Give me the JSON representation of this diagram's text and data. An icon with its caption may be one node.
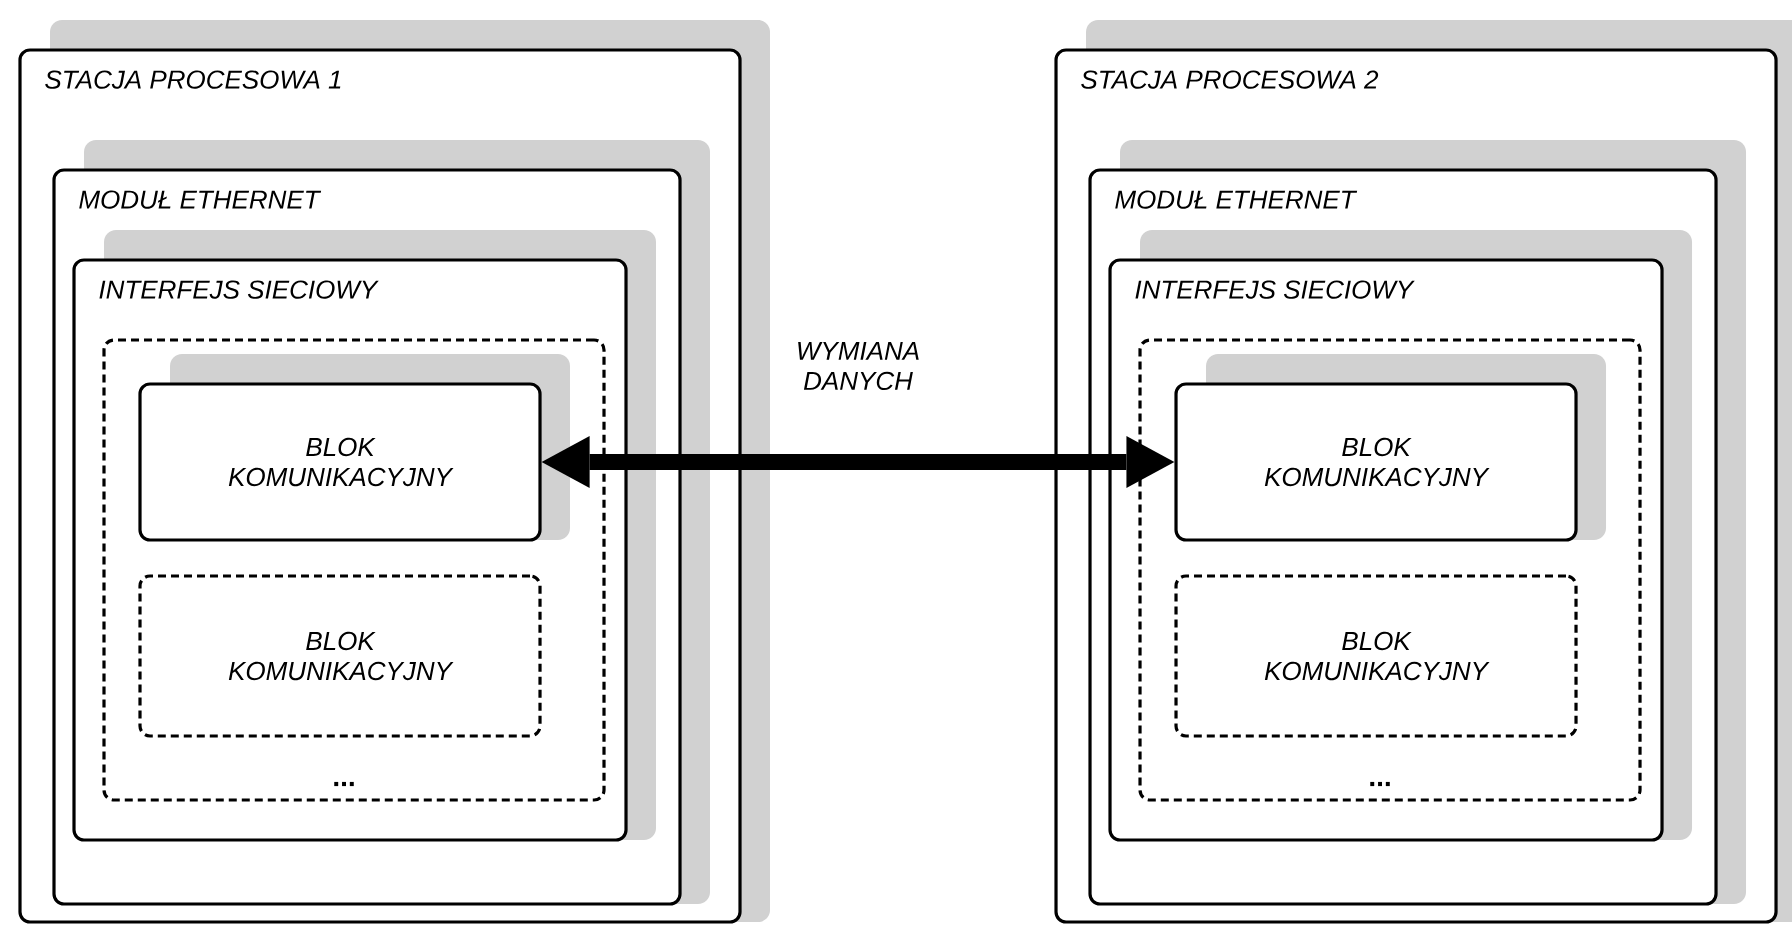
{
  "diagram": {
    "nodes": [
      {
        "text": [
          "STACJA PROCESOWA 1"
        ]
      },
      {
        "text": [
          "MODUŁ ETHERNET"
        ],
        "in": 0
      },
      {
        "text": [
          "INTERFEJS SIECIOWY"
        ],
        "in": 1
      },
      {
        "text": [],
        "shape": "box",
        "in": 2
      },
      {
        "text": [
          "BLOK KOMUNIKACYJNY"
        ],
        "in": 3
      },
      {
        "text": [
          "BLOK KOMUNIKACYJNY"
        ],
        "in": 3
      },
      {
        "text": [
          "STACJA PROCESOWA 2"
        ]
      },
      {
        "text": [
          "MODUŁ ETHERNET"
        ],
        "in": 6
      },
      {
        "text": [
          "INTERFEJS SIECIOWY"
        ],
        "in": 7
      },
      {
        "text": [],
        "shape": "box",
        "in": 8
      },
      {
        "text": [
          "BLOK KOMUNIKACYJNY"
        ],
        "in": 9
      },
      {
        "text": [
          "BLOK KOMUNIKACYJNY"
        ],
        "in": 9
      }
    ],
    "edges": [
      {
        "from": 4,
        "to": 10,
        "arrow": "both",
        "label": "WYMIANA DANYCH"
      }
    ],
    "labels": [
      "...",
      "..."
    ]
  }
}
